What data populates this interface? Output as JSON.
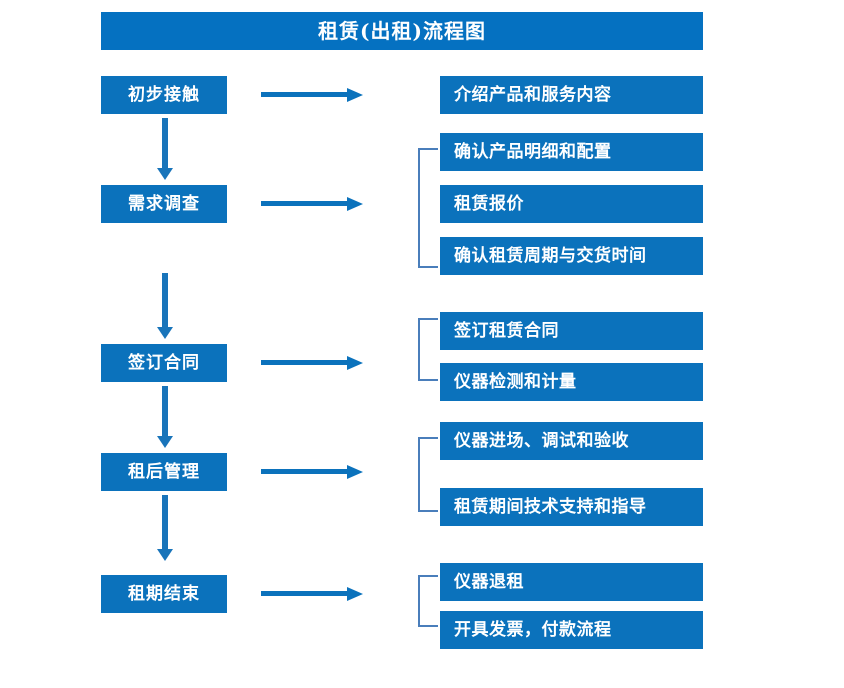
{
  "title": {
    "text": "租赁(出租)流程图",
    "background": "#0571C1",
    "color": "#ffffff"
  },
  "colors": {
    "banner_blue": "#0571C1",
    "box_blue": "#0B72BC",
    "arrow_blue": "#1874BA",
    "bracket_blue": "#4A7EBB",
    "text_white": "#ffffff",
    "page_background": "#ffffff"
  },
  "stages": [
    {
      "id": "stage-1",
      "label": "初步接触"
    },
    {
      "id": "stage-2",
      "label": "需求调查"
    },
    {
      "id": "stage-3",
      "label": "签订合同"
    },
    {
      "id": "stage-4",
      "label": "租后管理"
    },
    {
      "id": "stage-5",
      "label": "租期结束"
    }
  ],
  "details": [
    {
      "id": "detail-1",
      "label": "介绍产品和服务内容"
    },
    {
      "id": "detail-2",
      "label": "确认产品明细和配置"
    },
    {
      "id": "detail-3",
      "label": "租赁报价"
    },
    {
      "id": "detail-4",
      "label": "确认租赁周期与交货时间"
    },
    {
      "id": "detail-5",
      "label": "签订租赁合同"
    },
    {
      "id": "detail-6",
      "label": "仪器检测和计量"
    },
    {
      "id": "detail-7",
      "label": "仪器进场、调试和验收"
    },
    {
      "id": "detail-8",
      "label": "租赁期间技术支持和指导"
    },
    {
      "id": "detail-9",
      "label": "仪器退租"
    },
    {
      "id": "detail-10",
      "label": "开具发票，付款流程"
    }
  ],
  "groups": [
    {
      "id": "group-needs",
      "stage": "需求调查",
      "members": [
        "确认产品明细和配置",
        "租赁报价",
        "确认租赁周期与交货时间"
      ]
    },
    {
      "id": "group-contract",
      "stage": "签订合同",
      "members": [
        "签订租赁合同",
        "仪器检测和计量"
      ]
    },
    {
      "id": "group-manage",
      "stage": "租后管理",
      "members": [
        "仪器进场、调试和验收",
        "租赁期间技术支持和指导"
      ]
    },
    {
      "id": "group-end",
      "stage": "租期结束",
      "members": [
        "仪器退租",
        "开具发票，付款流程"
      ]
    }
  ],
  "flow": [
    {
      "from": "初步接触",
      "to": "需求调查"
    },
    {
      "from": "需求调查",
      "to": "签订合同"
    },
    {
      "from": "签订合同",
      "to": "租后管理"
    },
    {
      "from": "租后管理",
      "to": "租期结束"
    }
  ]
}
